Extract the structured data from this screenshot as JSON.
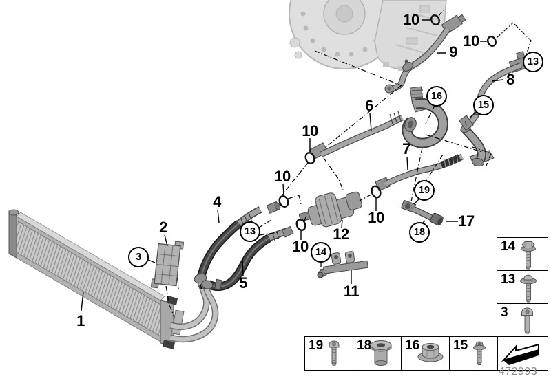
{
  "diagram": {
    "part_number": "472993",
    "callouts": [
      {
        "label": "1",
        "circled": false
      },
      {
        "label": "2",
        "circled": false
      },
      {
        "label": "4",
        "circled": false
      },
      {
        "label": "5",
        "circled": false
      },
      {
        "label": "6",
        "circled": false
      },
      {
        "label": "7",
        "circled": false
      },
      {
        "label": "8",
        "circled": false
      },
      {
        "label": "9",
        "circled": false
      },
      {
        "label": "10",
        "circled": false
      },
      {
        "label": "10",
        "circled": false
      },
      {
        "label": "10",
        "circled": false
      },
      {
        "label": "10",
        "circled": false
      },
      {
        "label": "10",
        "circled": false
      },
      {
        "label": "10",
        "circled": false
      },
      {
        "label": "11",
        "circled": false
      },
      {
        "label": "12",
        "circled": false
      },
      {
        "label": "17",
        "circled": false
      },
      {
        "label": "3",
        "circled": true
      },
      {
        "label": "13",
        "circled": true
      },
      {
        "label": "13",
        "circled": true
      },
      {
        "label": "14",
        "circled": true
      },
      {
        "label": "15",
        "circled": true
      },
      {
        "label": "16",
        "circled": true
      },
      {
        "label": "18",
        "circled": true
      },
      {
        "label": "19",
        "circled": true
      }
    ],
    "legend_right": [
      {
        "label": "14",
        "icon": "hex-flange-bolt-icon"
      },
      {
        "label": "13",
        "icon": "flange-washer-bolt-icon"
      },
      {
        "label": "3",
        "icon": "pan-head-screw-icon"
      },
      {
        "label": "",
        "icon": "direction-arrow-icon"
      }
    ],
    "legend_bottom": [
      {
        "label": "19",
        "icon": "pan-head-screw-icon"
      },
      {
        "label": "18",
        "icon": "bushing-icon"
      },
      {
        "label": "16",
        "icon": "flange-nut-icon"
      },
      {
        "label": "15",
        "icon": "washer-screw-icon"
      }
    ]
  }
}
